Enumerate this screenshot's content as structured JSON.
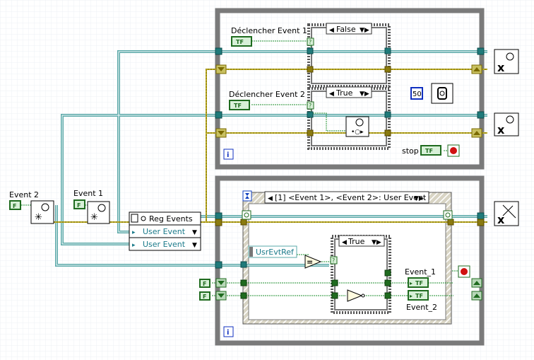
{
  "diagram": {
    "top_loop": {
      "case_structure_1": {
        "control_label": "Déclencher Event 1",
        "selector_value": "False"
      },
      "case_structure_2": {
        "control_label": "Déclencher Event 2",
        "selector_value": "True"
      },
      "wait_constant": "50",
      "stop_label": "stop",
      "iteration_terminal": "i"
    },
    "event_sources": {
      "event2_label": "Event 2",
      "event1_label": "Event 1",
      "reg_events": {
        "title": "Reg Events",
        "inputs": [
          "User Event",
          "User Event"
        ]
      }
    },
    "bottom_loop": {
      "event_selector": "[1] <Event 1>, <Event 2>: User Event",
      "ref_label": "UsrEvtRef",
      "case_selector": "True",
      "indicator_1": "Event_1",
      "indicator_2": "Event_2",
      "iteration_terminal": "i"
    },
    "constants": {
      "boolean_tf": "TF",
      "boolean_false": "F"
    }
  }
}
